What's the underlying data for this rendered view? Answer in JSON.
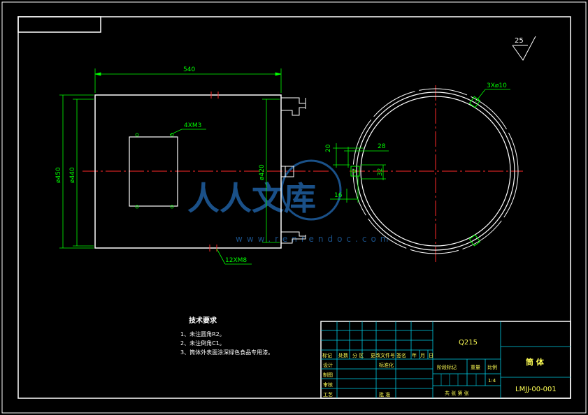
{
  "dimensions": {
    "length": "540",
    "dia_outer": "ø450",
    "dia_inner": "ø440",
    "dia_mid": "ø420",
    "holes_top": "4XM3",
    "holes_bottom": "12XM8",
    "holes_ring": "3Xø10",
    "d20": "20",
    "d28": "28",
    "d32": "32",
    "d16": "16"
  },
  "surface_roughness": "25",
  "watermark": {
    "text": "人人文库",
    "url": "www.renrendoc.com"
  },
  "requirements": {
    "title": "技术要求",
    "items": [
      "1、未注圆角R2。",
      "2、未注倒角C1。",
      "3、筒体外表面涂深绿色食品专用漆。"
    ]
  },
  "title_block": {
    "material": "Q215",
    "part_name": "筒 体",
    "drawing_no": "LMJJ-00-001",
    "scale": "1:4",
    "header_cols": [
      "标记",
      "处数",
      "分 区",
      "更改文件号",
      "签名",
      "年",
      "月",
      "日"
    ],
    "design": "设计",
    "standardize": "标准化",
    "draw": "制图",
    "review": "审核",
    "process": "工艺",
    "approve": "批 准",
    "stage_mark": "阶段标记",
    "weight": "重量",
    "scale_label": "比例",
    "sheets": "共   张   第   张"
  }
}
